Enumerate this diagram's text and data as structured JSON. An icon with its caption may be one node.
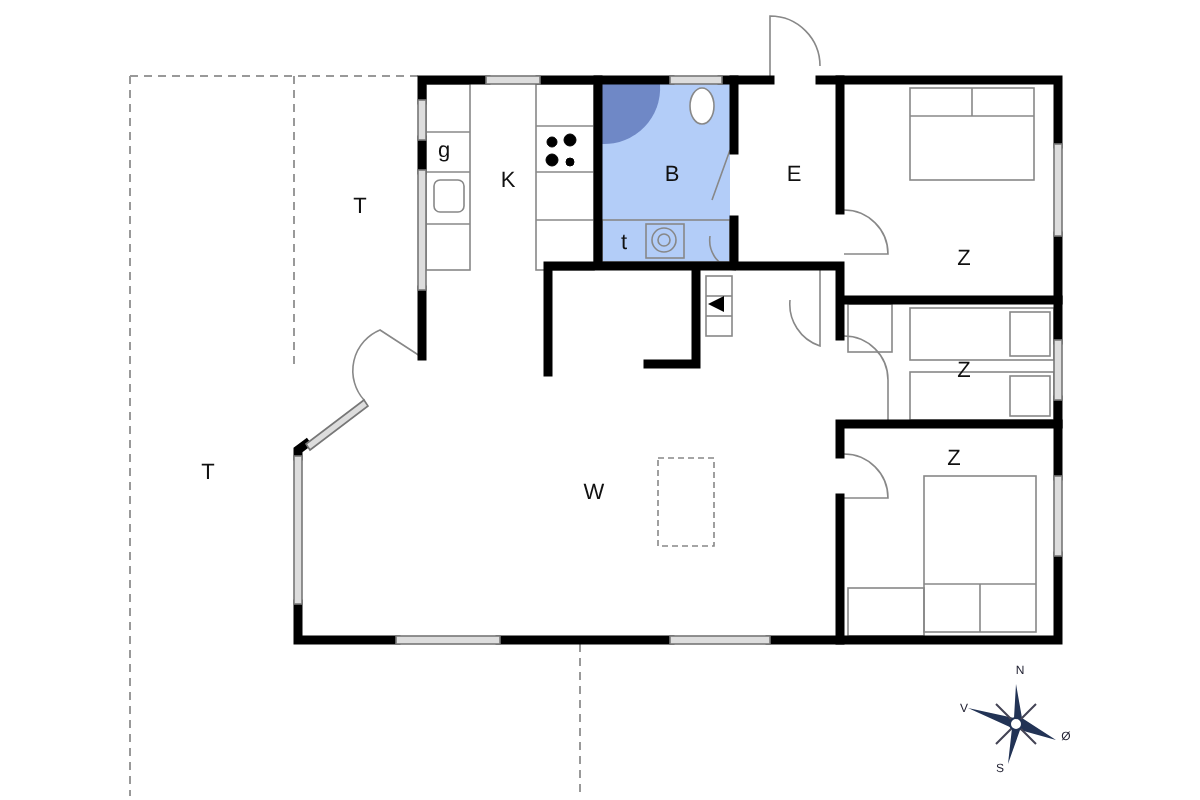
{
  "diagram": {
    "labels": [
      "T",
      "g",
      "K",
      "B",
      "E",
      "t",
      "Z",
      "Z",
      "Z",
      "T",
      "W",
      "N",
      "V",
      "Ø",
      "S"
    ]
  }
}
